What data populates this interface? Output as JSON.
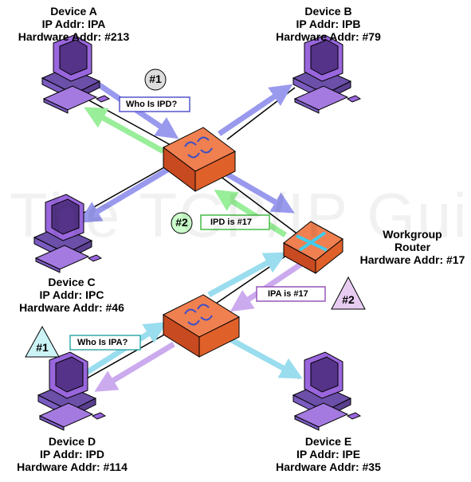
{
  "watermark": "The TCP/IP Guide",
  "devices": {
    "a": {
      "name": "Device A",
      "ip": "IP Addr: IPA",
      "hw": "Hardware Addr: #213"
    },
    "b": {
      "name": "Device B",
      "ip": "IP Addr: IPB",
      "hw": "Hardware Addr: #79"
    },
    "c": {
      "name": "Device C",
      "ip": "IP Addr: IPC",
      "hw": "Hardware Addr: #46"
    },
    "d": {
      "name": "Device D",
      "ip": "IP Addr: IPD",
      "hw": "Hardware Addr: #114"
    },
    "e": {
      "name": "Device E",
      "ip": "IP Addr: IPE",
      "hw": "Hardware Addr: #35"
    }
  },
  "router": {
    "line1": "Workgroup",
    "line2": "Router",
    "hw": "Hardware Addr: #17"
  },
  "messages": {
    "who_is_ipd": "Who Is IPD?",
    "ipd_is": "IPD is #17",
    "ipa_is": "IPA is #17",
    "who_is_ipa": "Who Is IPA?"
  },
  "badges": {
    "top_1": "#1",
    "top_2": "#2",
    "bottom_2": "#2",
    "bottom_1": "#1"
  },
  "colors": {
    "blue_arrow": "#9999ee",
    "green_arrow": "#99ee99",
    "cyan_arrow": "#99ddee",
    "violet_arrow": "#ccaaee",
    "hub": "#ee6633",
    "computer": "#9966dd"
  }
}
